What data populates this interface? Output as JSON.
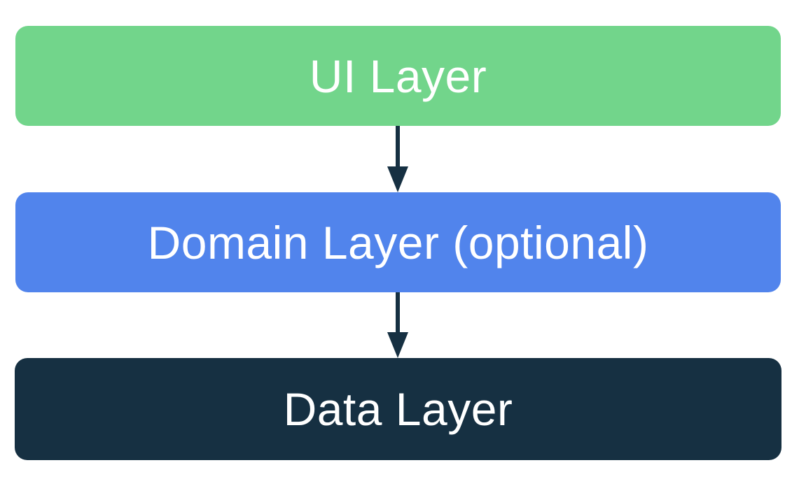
{
  "layers": [
    {
      "label": "UI Layer",
      "color": "#72D58B"
    },
    {
      "label": "Domain Layer (optional)",
      "color": "#5184EC"
    },
    {
      "label": "Data Layer",
      "color": "#163042"
    }
  ],
  "arrow_color": "#163042"
}
